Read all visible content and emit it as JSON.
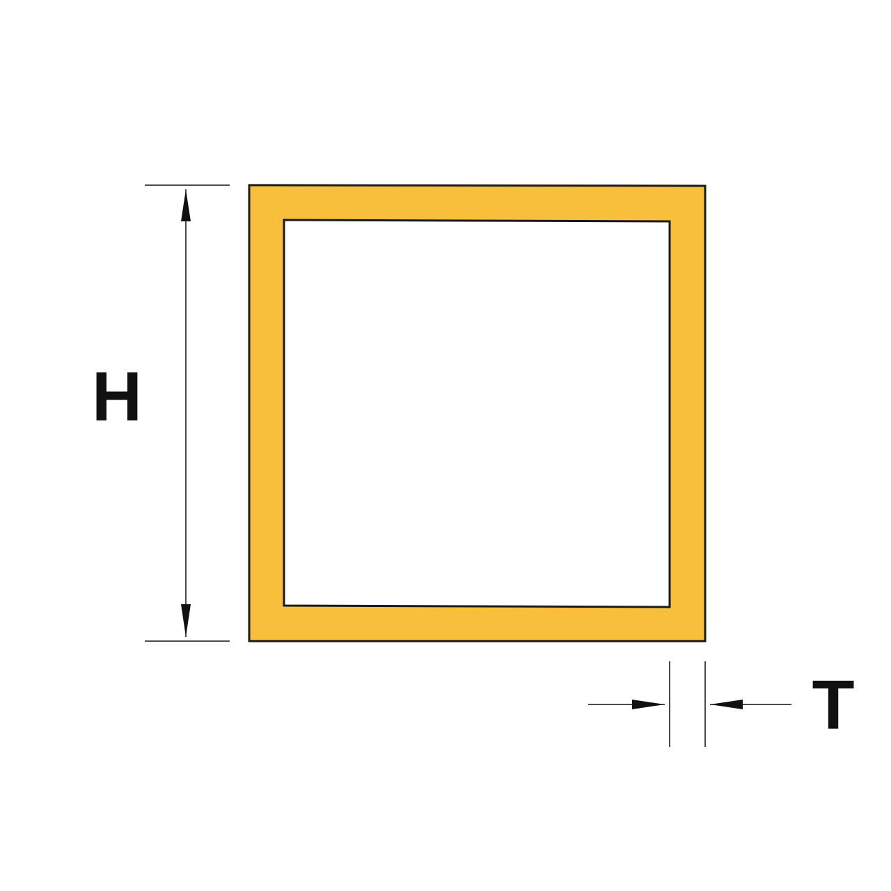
{
  "diagram": {
    "labels": {
      "height": "H",
      "thickness": "T"
    },
    "colors": {
      "tube_fill": "#F8BF3C",
      "outline": "#1a1a1a",
      "interior": "#ffffff",
      "background": "#ffffff"
    },
    "shape": "square hollow tube cross-section"
  }
}
